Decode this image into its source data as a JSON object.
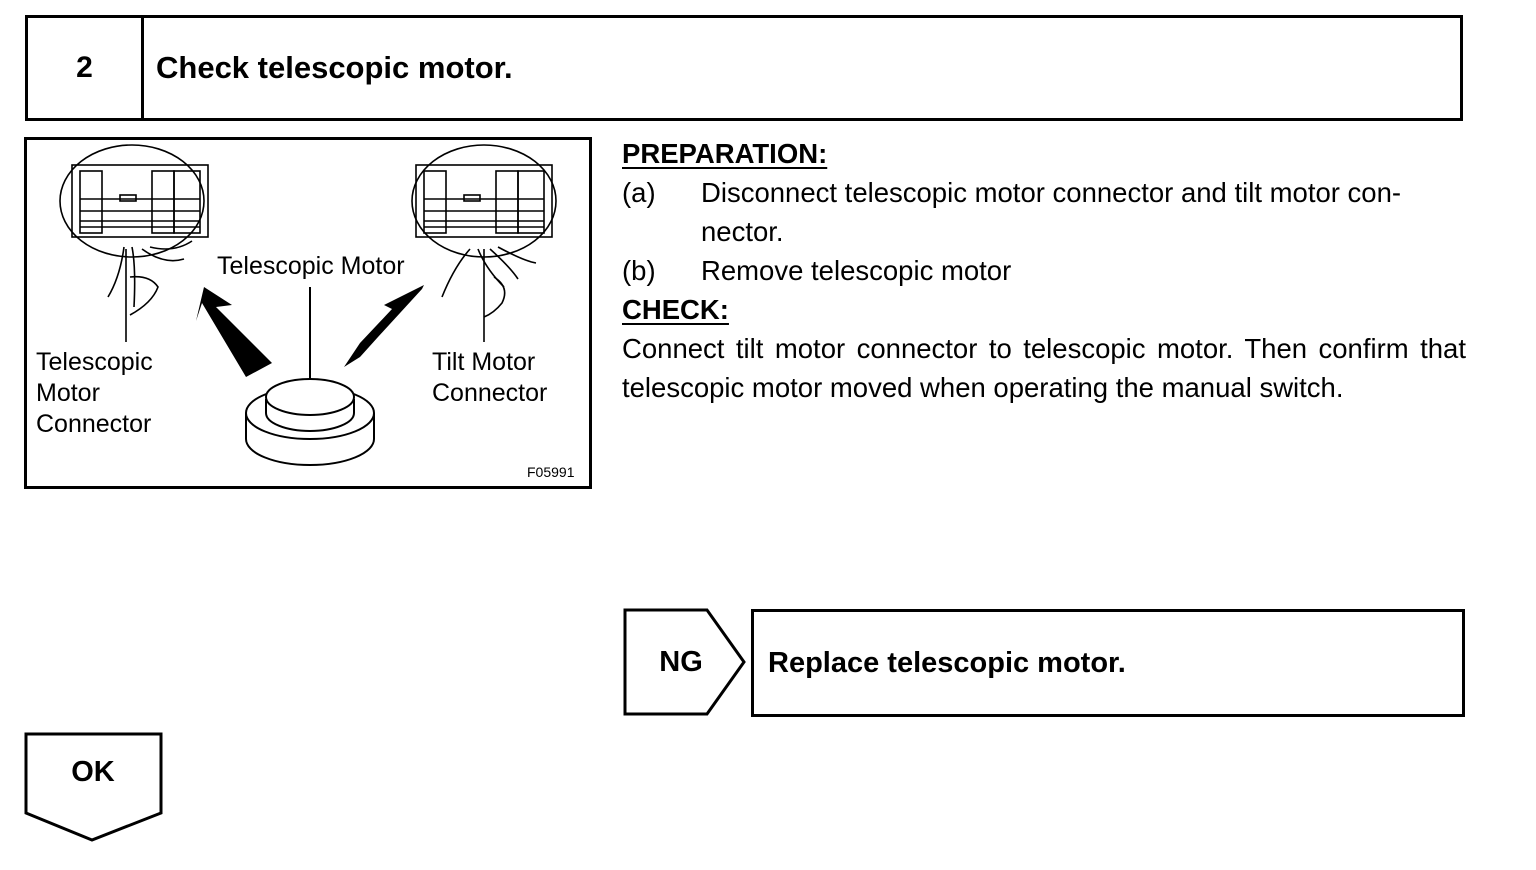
{
  "step": {
    "number": "2",
    "title": "Check telescopic motor."
  },
  "figure": {
    "labels": {
      "telescopic_motor": "Telescopic Motor",
      "telescopic_connector_line1": "Telescopic",
      "telescopic_connector_line2": "Motor",
      "telescopic_connector_line3": "Connector",
      "tilt_connector_line1": "Tilt Motor",
      "tilt_connector_line2": "Connector"
    },
    "figure_id": "F05991"
  },
  "preparation": {
    "heading": "PREPARATION:",
    "steps": [
      {
        "letter": "(a)",
        "text": "Disconnect telescopic motor connector and tilt motor con-nector."
      },
      {
        "letter": "(b)",
        "text": "Remove telescopic motor"
      }
    ]
  },
  "check": {
    "heading": "CHECK:",
    "body": "Connect tilt motor connector to telescopic motor. Then confirm that telescopic motor moved when operating the manual switch."
  },
  "ng": {
    "label": "NG",
    "action": "Replace telescopic motor."
  },
  "ok": {
    "label": "OK"
  }
}
